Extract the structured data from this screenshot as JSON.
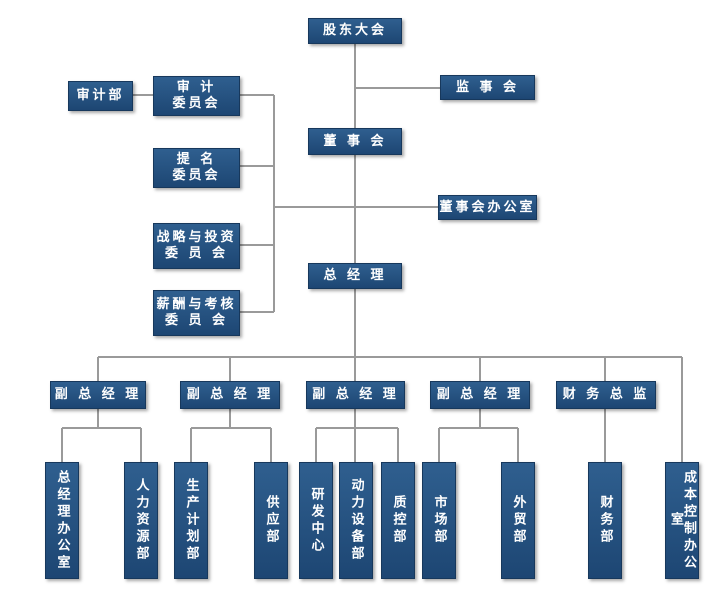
{
  "org_chart": {
    "shareholders_meeting": "股东大会",
    "supervisory_board": "监 事 会",
    "board_of_directors": "董 事 会",
    "board_office": "董事会办公室",
    "audit_dept": "审计部",
    "audit_committee": "审 计\n委员会",
    "nomination_committee": "提 名\n委员会",
    "strategy_committee": "战略与投资\n委 员 会",
    "compensation_committee": "薪酬与考核\n委 员 会",
    "general_manager": "总 经 理",
    "vp_1": "副 总 经 理",
    "vp_2": "副 总 经 理",
    "vp_3": "副 总 经 理",
    "vp_4": "副 总 经 理",
    "cfo": "财 务 总 监",
    "gm_office": "总经理办公室",
    "hr_dept": "人力资源部",
    "production_planning": "生产计划部",
    "supply_dept": "供应部",
    "rd_center": "研发中心",
    "power_equipment_dept": "动力设备部",
    "quality_control_dept": "质控部",
    "market_dept": "市场部",
    "foreign_trade_dept": "外贸部",
    "finance_dept": "财务部",
    "cost_control_office": "成本控制办公室"
  }
}
